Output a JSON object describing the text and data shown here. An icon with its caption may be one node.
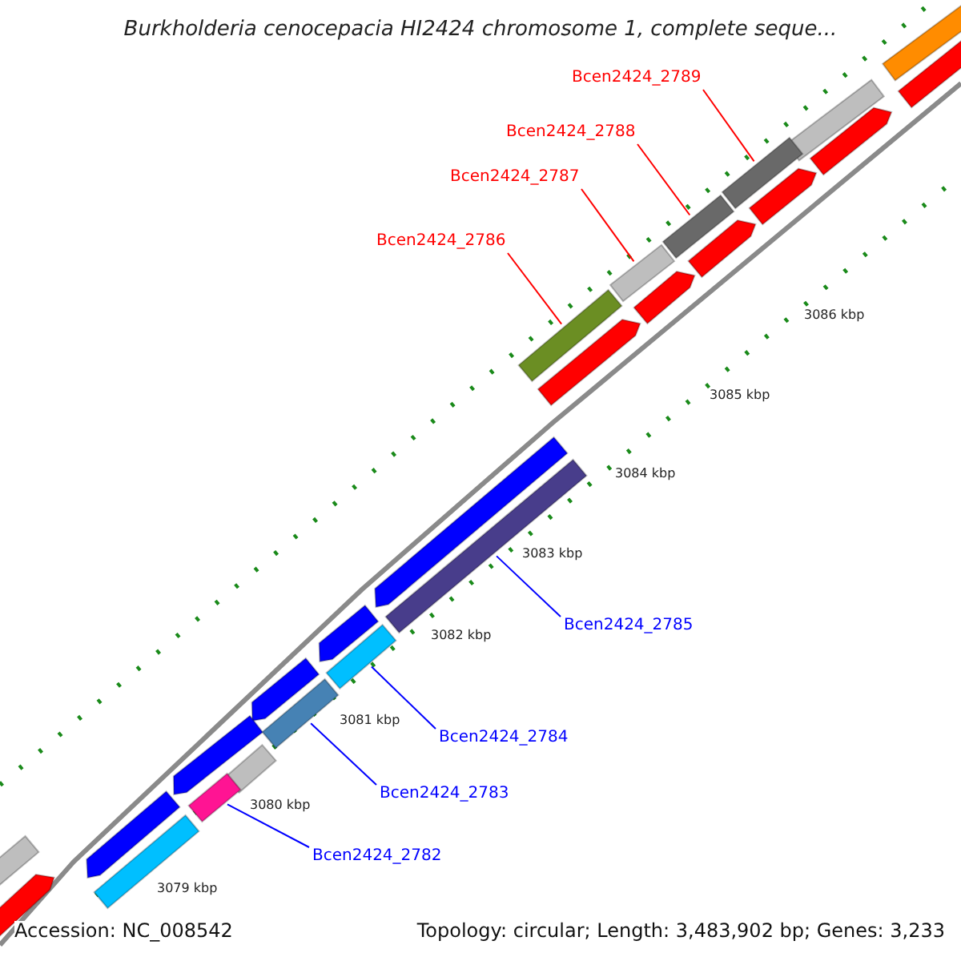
{
  "diagram": {
    "title": "Burkholderia cenocepacia HI2424 chromosome 1, complete seque...",
    "nodes": [
      {
        "text": [
          "Bcen2424_2789"
        ]
      },
      {
        "text": [
          "Bcen2424_2788"
        ]
      },
      {
        "text": [
          "Bcen2424_2787"
        ]
      },
      {
        "text": [
          "Bcen2424_2786"
        ]
      },
      {
        "text": [
          "Bcen2424_2785"
        ]
      },
      {
        "text": [
          "Bcen2424_2784"
        ]
      },
      {
        "text": [
          "Bcen2424_2783"
        ]
      },
      {
        "text": [
          "Bcen2424_2782"
        ]
      },
      {
        "text": [],
        "shape": "bar"
      },
      {
        "text": [],
        "shape": "bar"
      },
      {
        "text": [],
        "shape": "bar"
      },
      {
        "text": [],
        "shape": "bar"
      },
      {
        "text": [],
        "shape": "bar"
      },
      {
        "text": [],
        "shape": "bar"
      },
      {
        "text": [],
        "shape": "bar"
      },
      {
        "text": [],
        "shape": "bar"
      }
    ],
    "edges": [
      {
        "from": 0,
        "to": 8,
        "arrow": "none",
        "color": "#ff0000"
      },
      {
        "from": 1,
        "to": 9,
        "arrow": "none",
        "color": "#ff0000"
      },
      {
        "from": 2,
        "to": 10,
        "arrow": "none",
        "color": "#ff0000"
      },
      {
        "from": 3,
        "to": 11,
        "arrow": "none",
        "color": "#ff0000"
      },
      {
        "from": 4,
        "to": 12,
        "arrow": "none",
        "color": "#0000ff"
      },
      {
        "from": 5,
        "to": 13,
        "arrow": "none",
        "color": "#0000ff"
      },
      {
        "from": 6,
        "to": 14,
        "arrow": "none",
        "color": "#0000ff"
      },
      {
        "from": 7,
        "to": 15,
        "arrow": "none",
        "color": "#0000ff"
      }
    ],
    "labels": [
      "3086 kbp",
      "3085 kbp",
      "3084 kbp",
      "3083 kbp",
      "3082 kbp",
      "3081 kbp",
      "3080 kbp",
      "3079 kbp",
      "Accession: NC_008542",
      "Topology: circular; Length: 3,483,902 bp; Genes: 3,233"
    ]
  }
}
